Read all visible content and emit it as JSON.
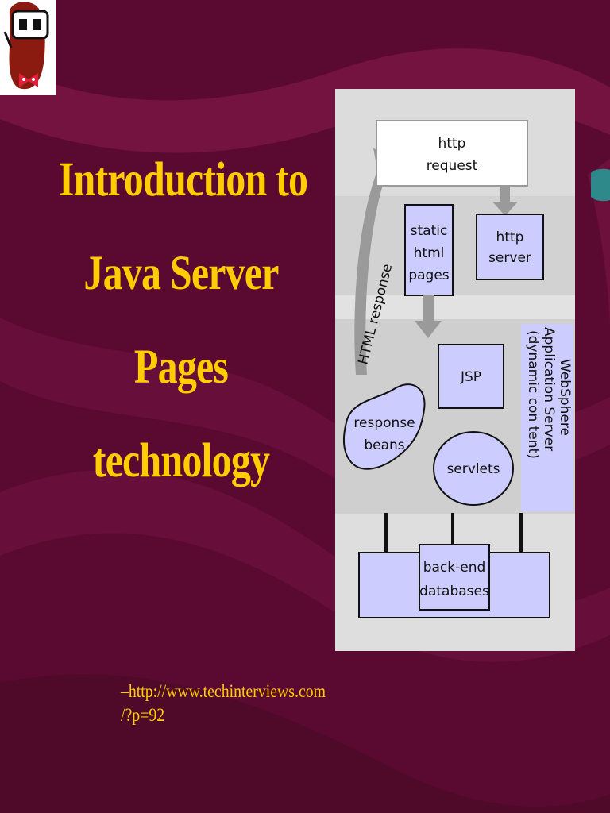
{
  "slide": {
    "title_lines": [
      "Introduction to",
      "Java Server",
      "Pages",
      "technology"
    ],
    "source_lines": [
      "–http://www.techinterviews.com",
      "/?p=92"
    ]
  },
  "diagram": {
    "http_request": [
      "http",
      "request"
    ],
    "http_server": [
      "http",
      "server"
    ],
    "static_pages": [
      "static",
      "html",
      "pages"
    ],
    "html_response": "HTML response",
    "jsp": "JSP",
    "response_beans": [
      "response",
      "beans"
    ],
    "servlets": "servlets",
    "app_server": [
      "WebSphere",
      "Application Server",
      "(dynamic con tent)"
    ],
    "backend": [
      "back-end",
      "databases"
    ]
  },
  "colors": {
    "background": "#5a0a30",
    "title": "#ffcc00",
    "box_fill": "#ccccff",
    "diagram_bg": "#d9d9d9"
  },
  "icons": {
    "logo": "bean-mascot-icon"
  }
}
